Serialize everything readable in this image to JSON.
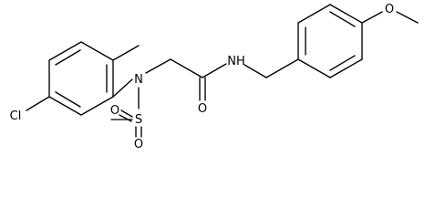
{
  "structure": {
    "atoms": {
      "chlorine": "Cl",
      "sulfonamide_nitrogen": "N",
      "sulfonyl_sulfur": "S",
      "sulfonyl_oxygen_left": "O",
      "sulfonyl_oxygen_bottom": "O",
      "carbonyl_oxygen": "O",
      "amide_nh": "NH",
      "methoxy_oxygen": "O"
    }
  }
}
